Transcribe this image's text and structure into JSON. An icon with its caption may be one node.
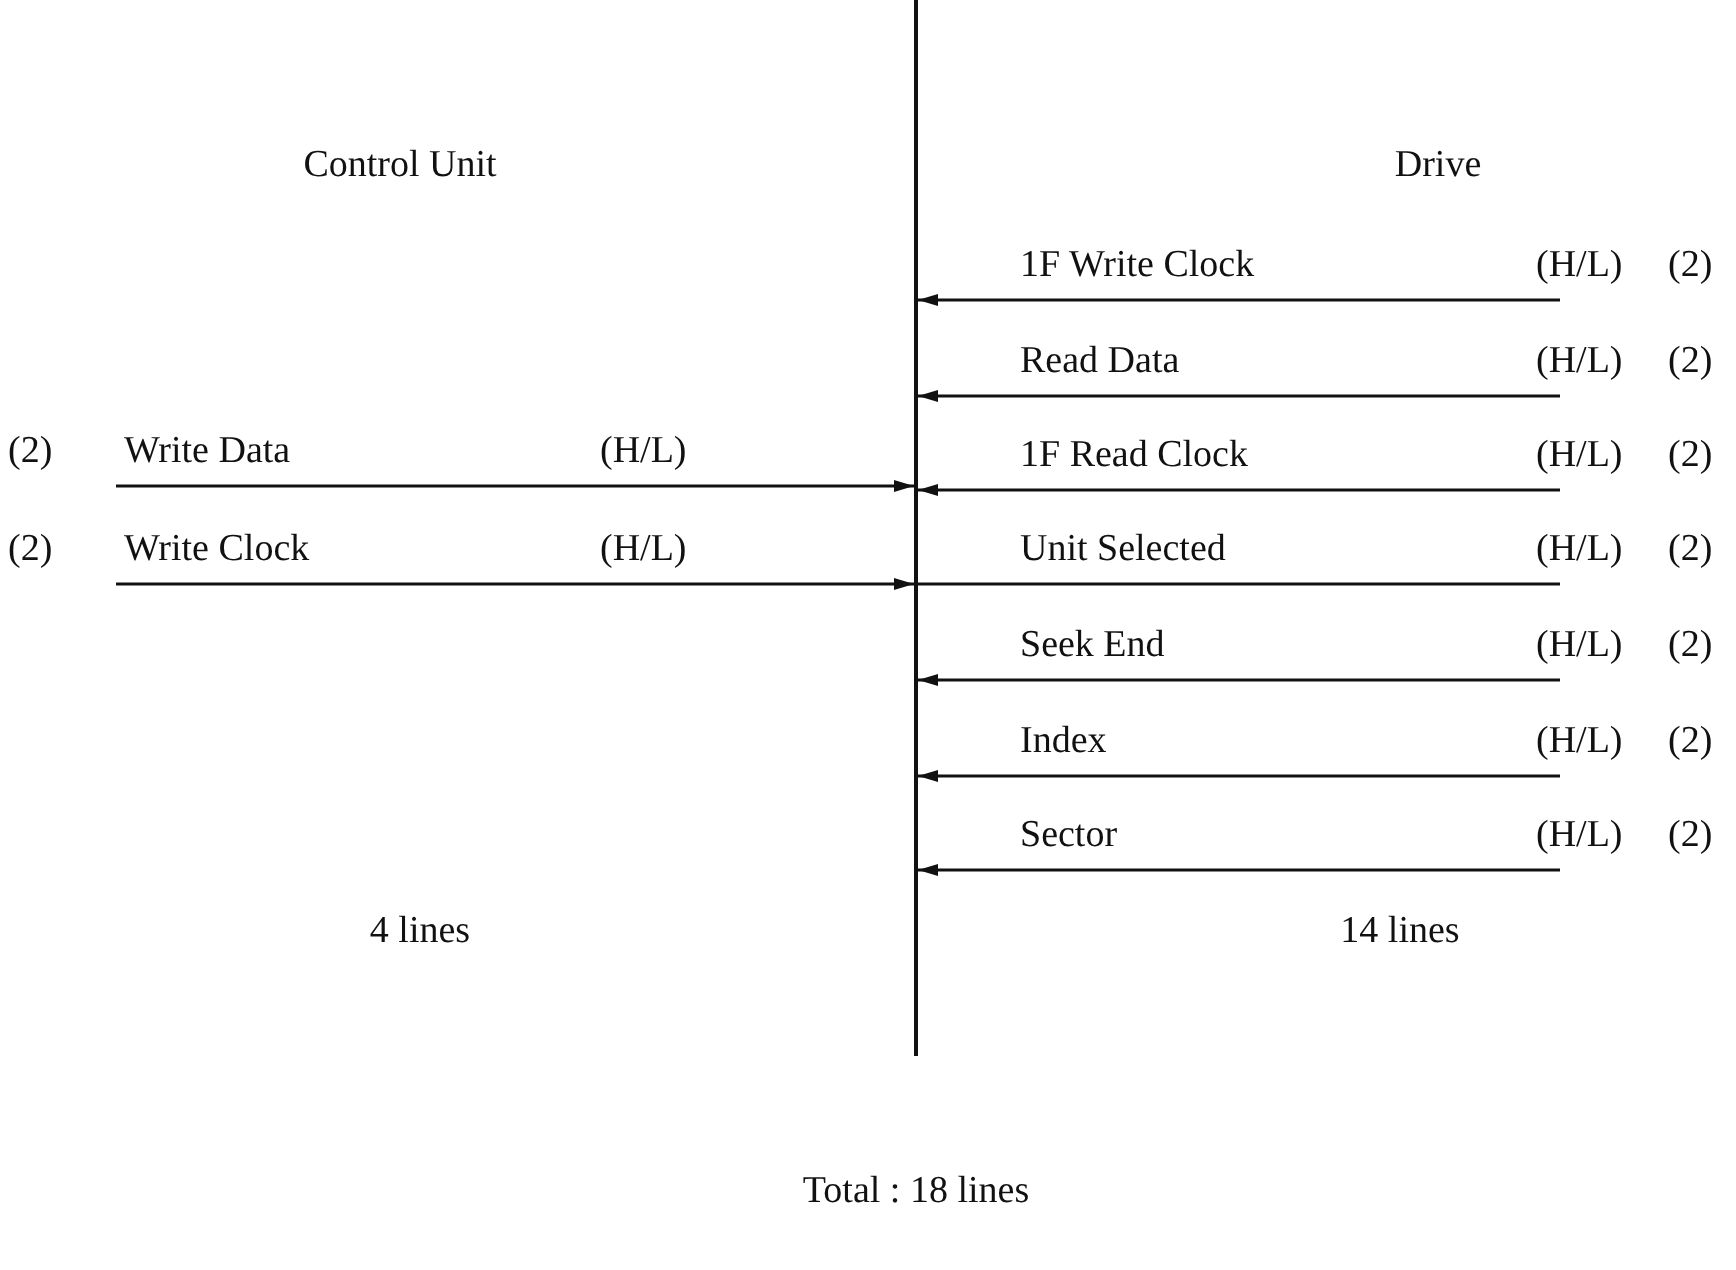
{
  "diagram": {
    "nodes": [
      {
        "text": [],
        "shape": "bar"
      },
      {
        "text": [
          "Write Data",
          "(H/L)"
        ],
        "beside": [
          "(2)"
        ]
      },
      {
        "text": [
          "Write Clock",
          "(H/L)"
        ],
        "beside": [
          "(2)"
        ]
      },
      {
        "text": [
          "1F Write Clock",
          "(H/L)"
        ],
        "beside": [
          "(2)"
        ]
      },
      {
        "text": [
          "Read Data",
          "(H/L)"
        ],
        "beside": [
          "(2)"
        ]
      },
      {
        "text": [
          "1F Read Clock",
          "(H/L)"
        ],
        "beside": [
          "(2)"
        ]
      },
      {
        "text": [
          "Unit Selected",
          "(H/L)"
        ],
        "beside": [
          "(2)"
        ]
      },
      {
        "text": [
          "Seek End",
          "(H/L)"
        ],
        "beside": [
          "(2)"
        ]
      },
      {
        "text": [
          "Index",
          "(H/L)"
        ],
        "beside": [
          "(2)"
        ]
      },
      {
        "text": [
          "Sector",
          "(H/L)"
        ],
        "beside": [
          "(2)"
        ]
      }
    ],
    "edges": [
      {
        "from": 1,
        "to": 0,
        "arrow": "to"
      },
      {
        "from": 2,
        "to": 0,
        "arrow": "to"
      },
      {
        "from": 3,
        "to": 0,
        "arrow": "to"
      },
      {
        "from": 4,
        "to": 0,
        "arrow": "to"
      },
      {
        "from": 5,
        "to": 0,
        "arrow": "to"
      },
      {
        "from": 6,
        "to": 0,
        "arrow": "none"
      },
      {
        "from": 7,
        "to": 0,
        "arrow": "to"
      },
      {
        "from": 8,
        "to": 0,
        "arrow": "to"
      },
      {
        "from": 9,
        "to": 0,
        "arrow": "to"
      }
    ],
    "labels": [
      "Control Unit",
      "Drive",
      "4 lines",
      "14 lines",
      "Total : 18 lines"
    ]
  }
}
